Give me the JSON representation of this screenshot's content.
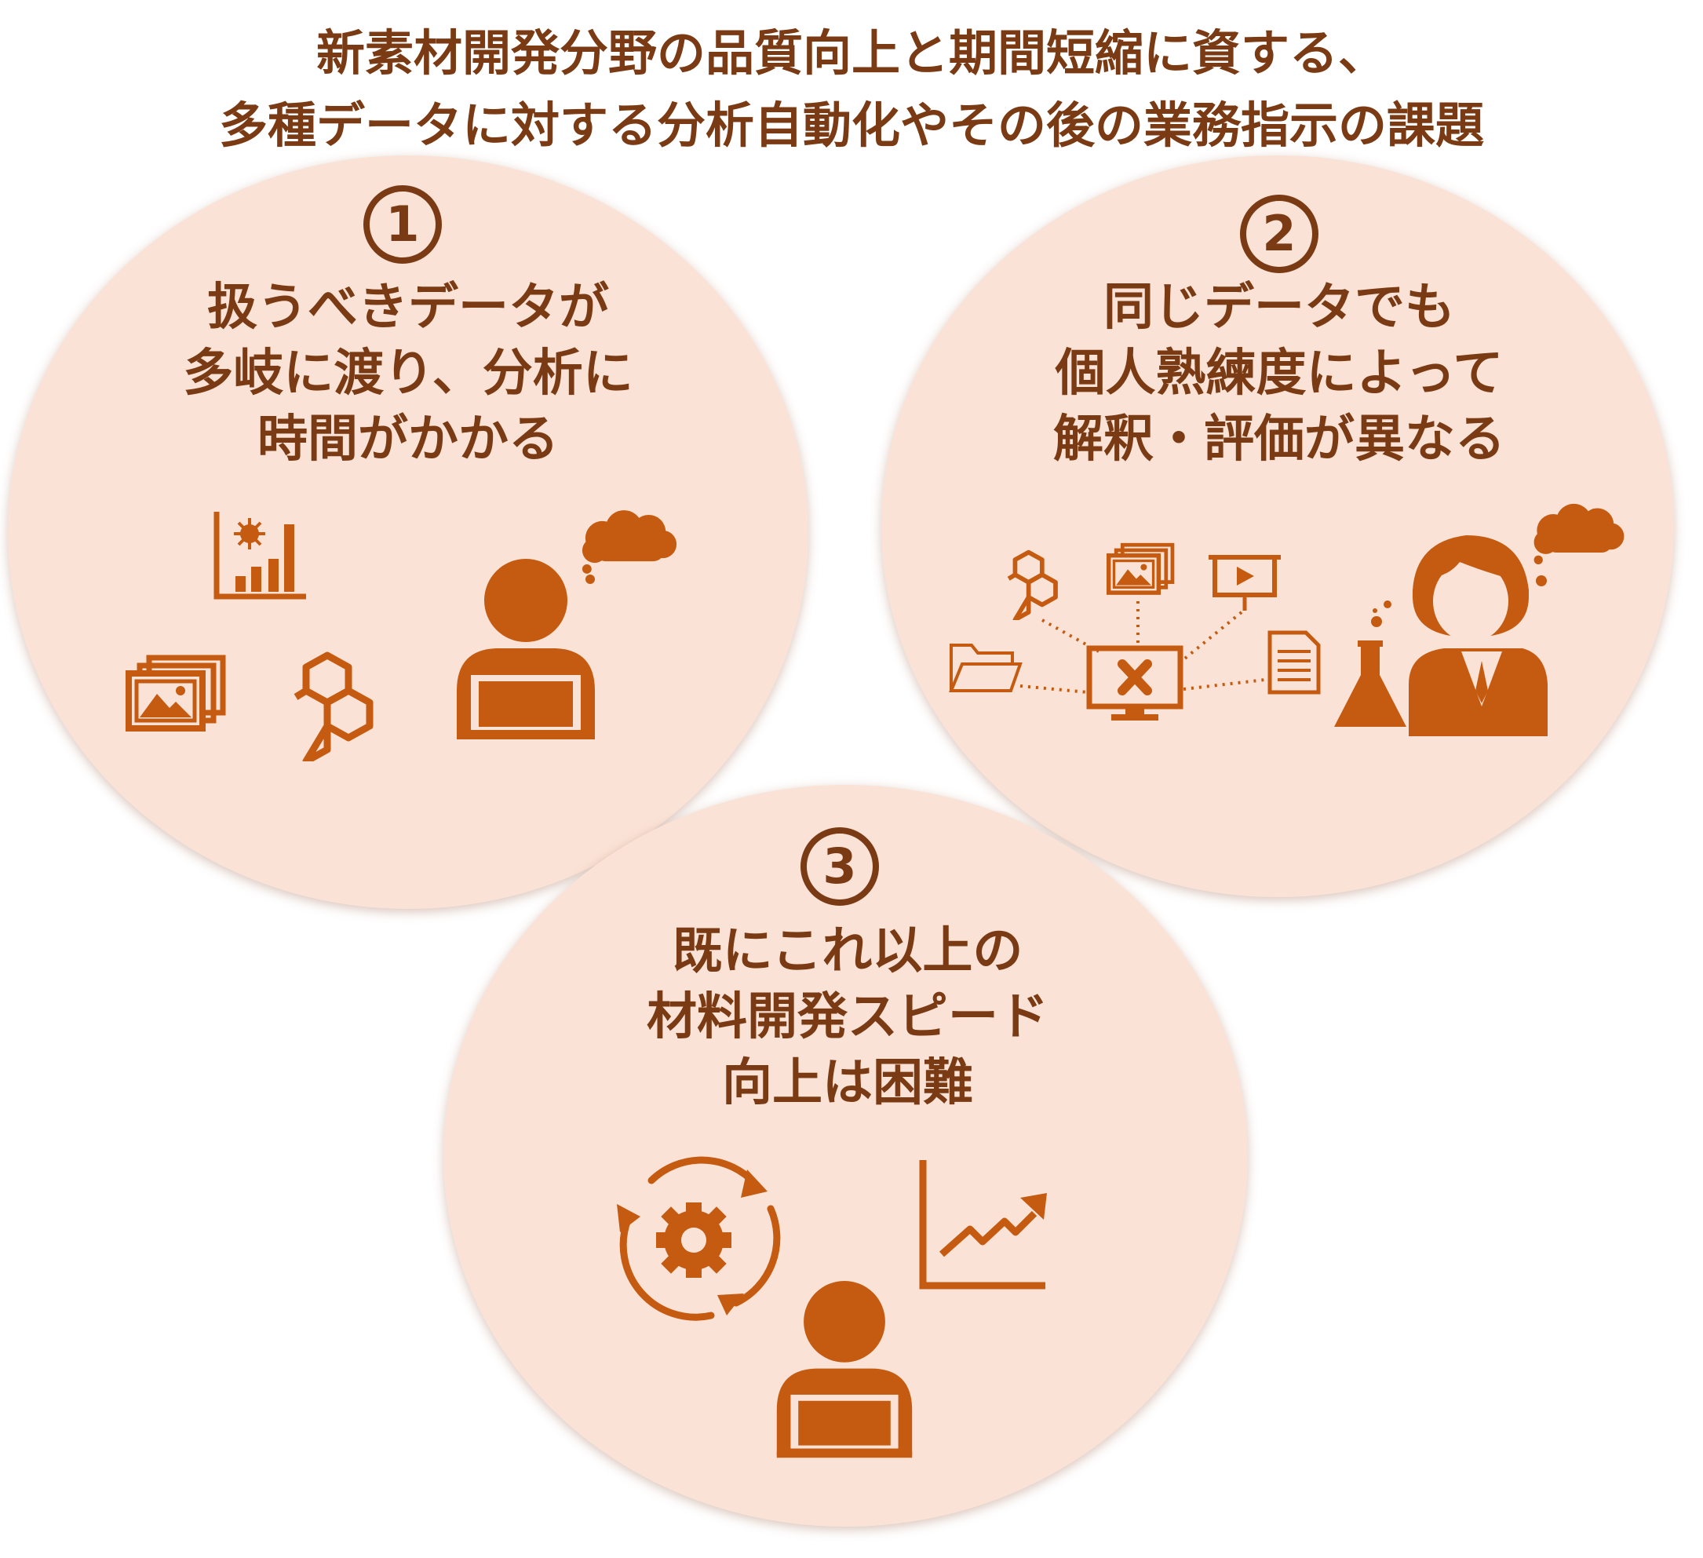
{
  "title": {
    "line1": "新素材開発分野の品質向上と期間短縮に資する、",
    "line2": "多種データに対する分析自動化やその後の業務指示の課題"
  },
  "issues": [
    {
      "number": "1",
      "lines": [
        "扱うべきデータが",
        "多岐に渡り、分析に",
        "時間がかかる"
      ],
      "icons": [
        "chart-icon",
        "image-icon",
        "molecule-icon",
        "person-laptop-icon",
        "thought-bubble-icon"
      ]
    },
    {
      "number": "2",
      "lines": [
        "同じデータでも",
        "個人熟練度によって",
        "解釈・評価が異なる"
      ],
      "icons": [
        "molecule-icon",
        "image-icon",
        "presentation-icon",
        "folder-icon",
        "monitor-error-icon",
        "document-icon",
        "flask-icon",
        "scientist-icon",
        "thought-bubble-icon"
      ]
    },
    {
      "number": "3",
      "lines": [
        "既にこれ以上の",
        "材料開発スピード",
        "向上は困難"
      ],
      "icons": [
        "gear-cycle-icon",
        "trend-chart-icon",
        "person-laptop-icon"
      ]
    }
  ],
  "colors": {
    "accent": "#c55a11",
    "text": "#7a3a14",
    "circle_fill": "#fae3d6"
  }
}
